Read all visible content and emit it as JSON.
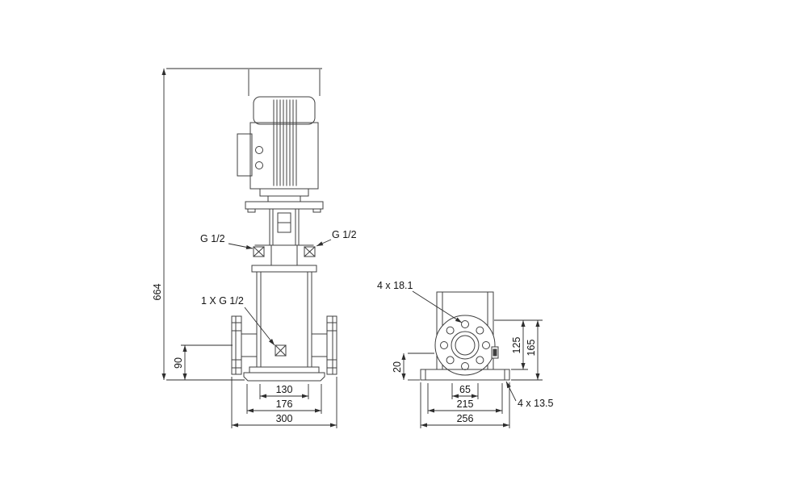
{
  "page": {
    "background": "#ffffff",
    "line_color": "#3f3f3f",
    "text_color": "#141414"
  },
  "front_view": {
    "dim_overall_height": "664",
    "dim_port_to_base": "90",
    "dim_inner_width": "130",
    "dim_base_width": "176",
    "dim_flange_to_flange": "300",
    "plug_left_label": "G 1/2",
    "plug_right_label": "G 1/2",
    "drain_plug_label": "1 X G 1/2"
  },
  "side_view": {
    "flange_holes_label": "4 x 18.1",
    "dim_base_height": "20",
    "dim_port_offset": "65",
    "dim_center_to_base": "125",
    "dim_overall_depth": "165",
    "dim_bolt_spacing": "215",
    "dim_base_depth": "256",
    "base_holes_label": "4 x 13.5"
  }
}
